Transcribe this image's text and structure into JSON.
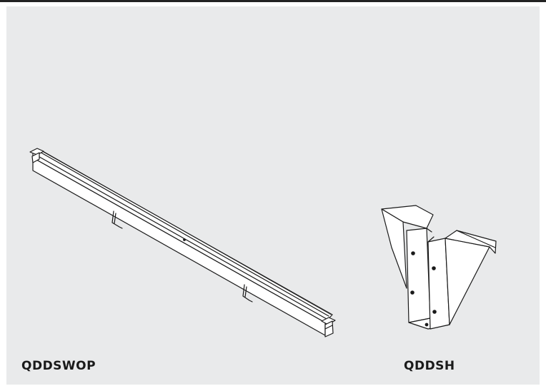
{
  "products": [
    {
      "id": "rail",
      "label": "QDDSWOP",
      "icon": "long-rail-drawing"
    },
    {
      "id": "hanger",
      "label": "QDDSH",
      "icon": "hanger-bracket-drawing"
    }
  ],
  "colors": {
    "panel": "#e9eaeb",
    "line": "#1a1a1a",
    "fill": "#ffffff",
    "top_rule": "#222222"
  }
}
